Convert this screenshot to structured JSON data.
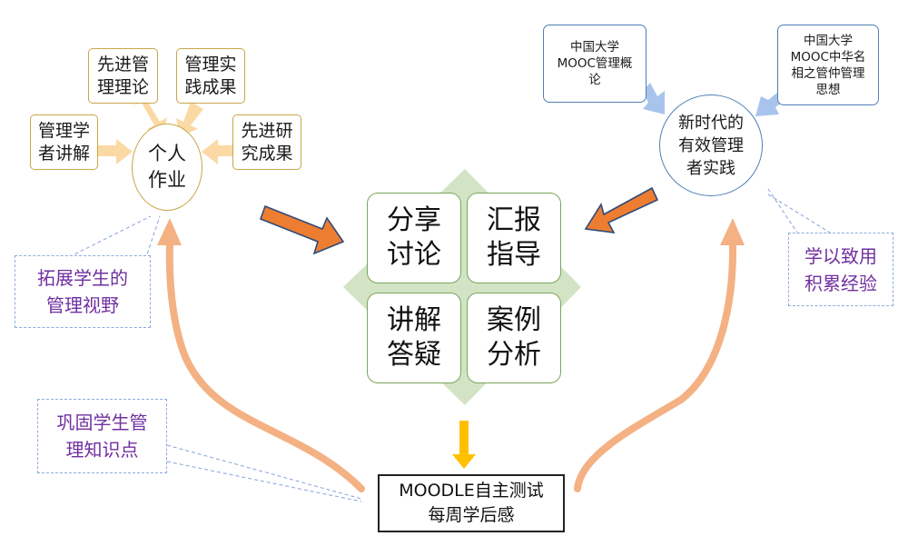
{
  "individual_work": {
    "label": "个人\n作业",
    "inputs": {
      "advanced_theory": "先进管\n理理论",
      "practice_results": "管理实\n践成果",
      "scholar_lectures": "管理学\n者讲解",
      "research_results": "先进研\n究成果"
    }
  },
  "new_era": {
    "label": "新时代的\n有效管理\n者实践",
    "sources": {
      "mooc_intro": "中国大学\nMOOC管理概\n论",
      "mooc_chinese": "中国大学\nMOOC中华名\n相之管仲管理\n思想"
    }
  },
  "center": {
    "share_discuss": "分享\n讨论",
    "report_guide": "汇报\n指导",
    "lecture_answer": "讲解\n答疑",
    "case_analysis": "案例\n分析"
  },
  "moodle": {
    "label": "MOODLE自主测试\n每周学后感"
  },
  "callouts": {
    "expand_vision": "拓展学生的\n管理视野",
    "consolidate": "巩固学生管\n理知识点",
    "apply_learning": "学以致用\n积累经验"
  },
  "colors": {
    "light_orange_arrow": "#fbd9a4",
    "light_blue_arrow": "#a9c4ec",
    "big_arrow_fill": "#ed7d31",
    "big_arrow_stroke": "#2f4a7a",
    "big_curve": "#f4b183",
    "down_arrow": "#ffc000",
    "diamond": "#d3e4c6",
    "callout_text": "#7030a0"
  }
}
